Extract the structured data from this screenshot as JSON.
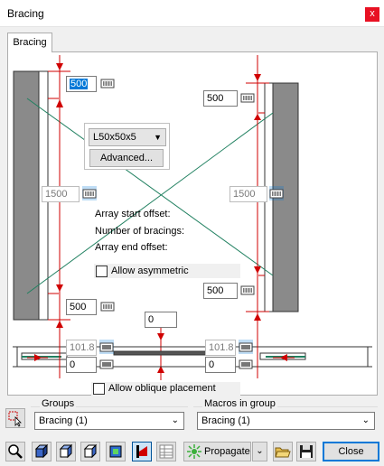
{
  "window": {
    "title": "Bracing",
    "close_glyph": "x"
  },
  "tabs": [
    {
      "label": "Bracing",
      "active": true
    }
  ],
  "drawing": {
    "top_left_offset": "500",
    "top_right_offset": "500",
    "left_mid_offset": "1500",
    "right_mid_offset": "1500",
    "bottom_left_offset": "500",
    "bottom_right_offset": "500",
    "center_offset": "0",
    "left_plan_offset_1": "101.8",
    "left_plan_offset_2": "0",
    "right_plan_offset_1": "101.8",
    "right_plan_offset_2": "0"
  },
  "profile": {
    "selected": "L50x50x5",
    "advanced_label": "Advanced..."
  },
  "array": {
    "start_label": "Array start offset:",
    "count_label": "Number of bracings:",
    "end_label": "Array end offset:"
  },
  "allow_asymmetric": {
    "label": "Allow asymmetric",
    "checked": false
  },
  "allow_oblique": {
    "label": "Allow oblique placement",
    "checked": false
  },
  "groups": {
    "label": "Groups",
    "selected": "Bracing (1)"
  },
  "macros": {
    "label": "Macros in group",
    "selected": "Bracing (1)"
  },
  "toolbar": {
    "propagate_label": "Propagate",
    "close_label": "Close"
  },
  "colors": {
    "accent": "#0078d7",
    "dimension": "#d00000",
    "brace": "#208060",
    "column": "#8a8a8a"
  }
}
